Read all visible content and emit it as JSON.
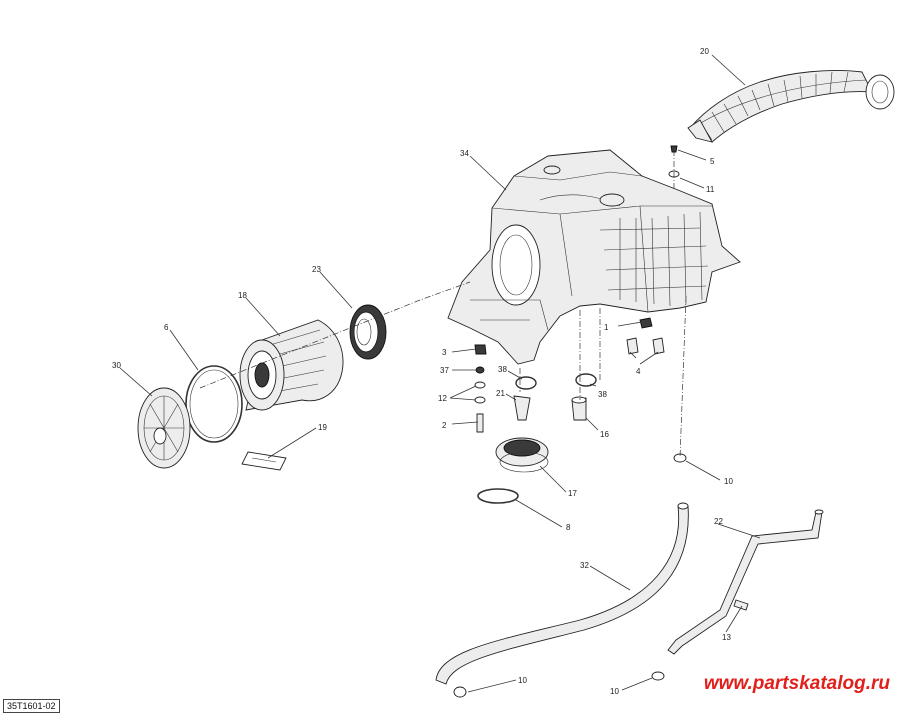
{
  "diagram": {
    "code": "35T1601-02",
    "watermark": "www.partskatalog.ru",
    "callouts": [
      {
        "id": "c20",
        "label": "20"
      },
      {
        "id": "c34",
        "label": "34"
      },
      {
        "id": "c5",
        "label": "5"
      },
      {
        "id": "c11",
        "label": "11"
      },
      {
        "id": "c23",
        "label": "23"
      },
      {
        "id": "c18",
        "label": "18"
      },
      {
        "id": "c6",
        "label": "6"
      },
      {
        "id": "c30",
        "label": "30"
      },
      {
        "id": "c1",
        "label": "1"
      },
      {
        "id": "c4",
        "label": "4"
      },
      {
        "id": "c3",
        "label": "3"
      },
      {
        "id": "c37",
        "label": "37"
      },
      {
        "id": "c38a",
        "label": "38"
      },
      {
        "id": "c38b",
        "label": "38"
      },
      {
        "id": "c12",
        "label": "12"
      },
      {
        "id": "c21",
        "label": "21"
      },
      {
        "id": "c2",
        "label": "2"
      },
      {
        "id": "c16",
        "label": "16"
      },
      {
        "id": "c19",
        "label": "19"
      },
      {
        "id": "c10a",
        "label": "10"
      },
      {
        "id": "c17",
        "label": "17"
      },
      {
        "id": "c8",
        "label": "8"
      },
      {
        "id": "c22",
        "label": "22"
      },
      {
        "id": "c32",
        "label": "32"
      },
      {
        "id": "c13",
        "label": "13"
      },
      {
        "id": "c10b",
        "label": "10"
      },
      {
        "id": "c10c",
        "label": "10"
      }
    ]
  }
}
